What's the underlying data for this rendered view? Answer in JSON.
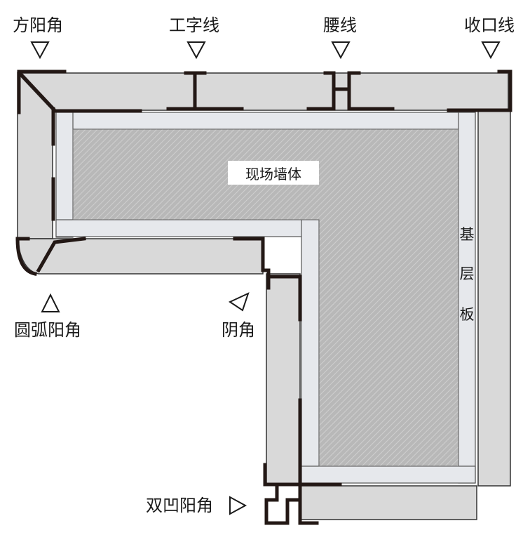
{
  "colors": {
    "wall": "#b5b5b5",
    "wall_hatch": "#c8c8c8",
    "base_board": "#e3e6ea",
    "cladding": "#d6d6d6",
    "profile": "#231815",
    "outline": "#3a3a3a"
  },
  "labels": {
    "square_corner": "方阳角",
    "i_line": "工字线",
    "waist_line": "腰线",
    "closing_line": "收口线",
    "round_corner": "圆弧阳角",
    "inner_corner": "阴角",
    "double_concave_corner": "双凹阳角",
    "wall": "现场墙体",
    "base_layer_board": [
      "基",
      "层",
      "板"
    ]
  },
  "icons": {
    "down_arrow": "down-triangle-icon",
    "up_arrow": "up-triangle-icon",
    "left_arrow": "left-triangle-icon",
    "right_arrow": "right-triangle-icon"
  }
}
